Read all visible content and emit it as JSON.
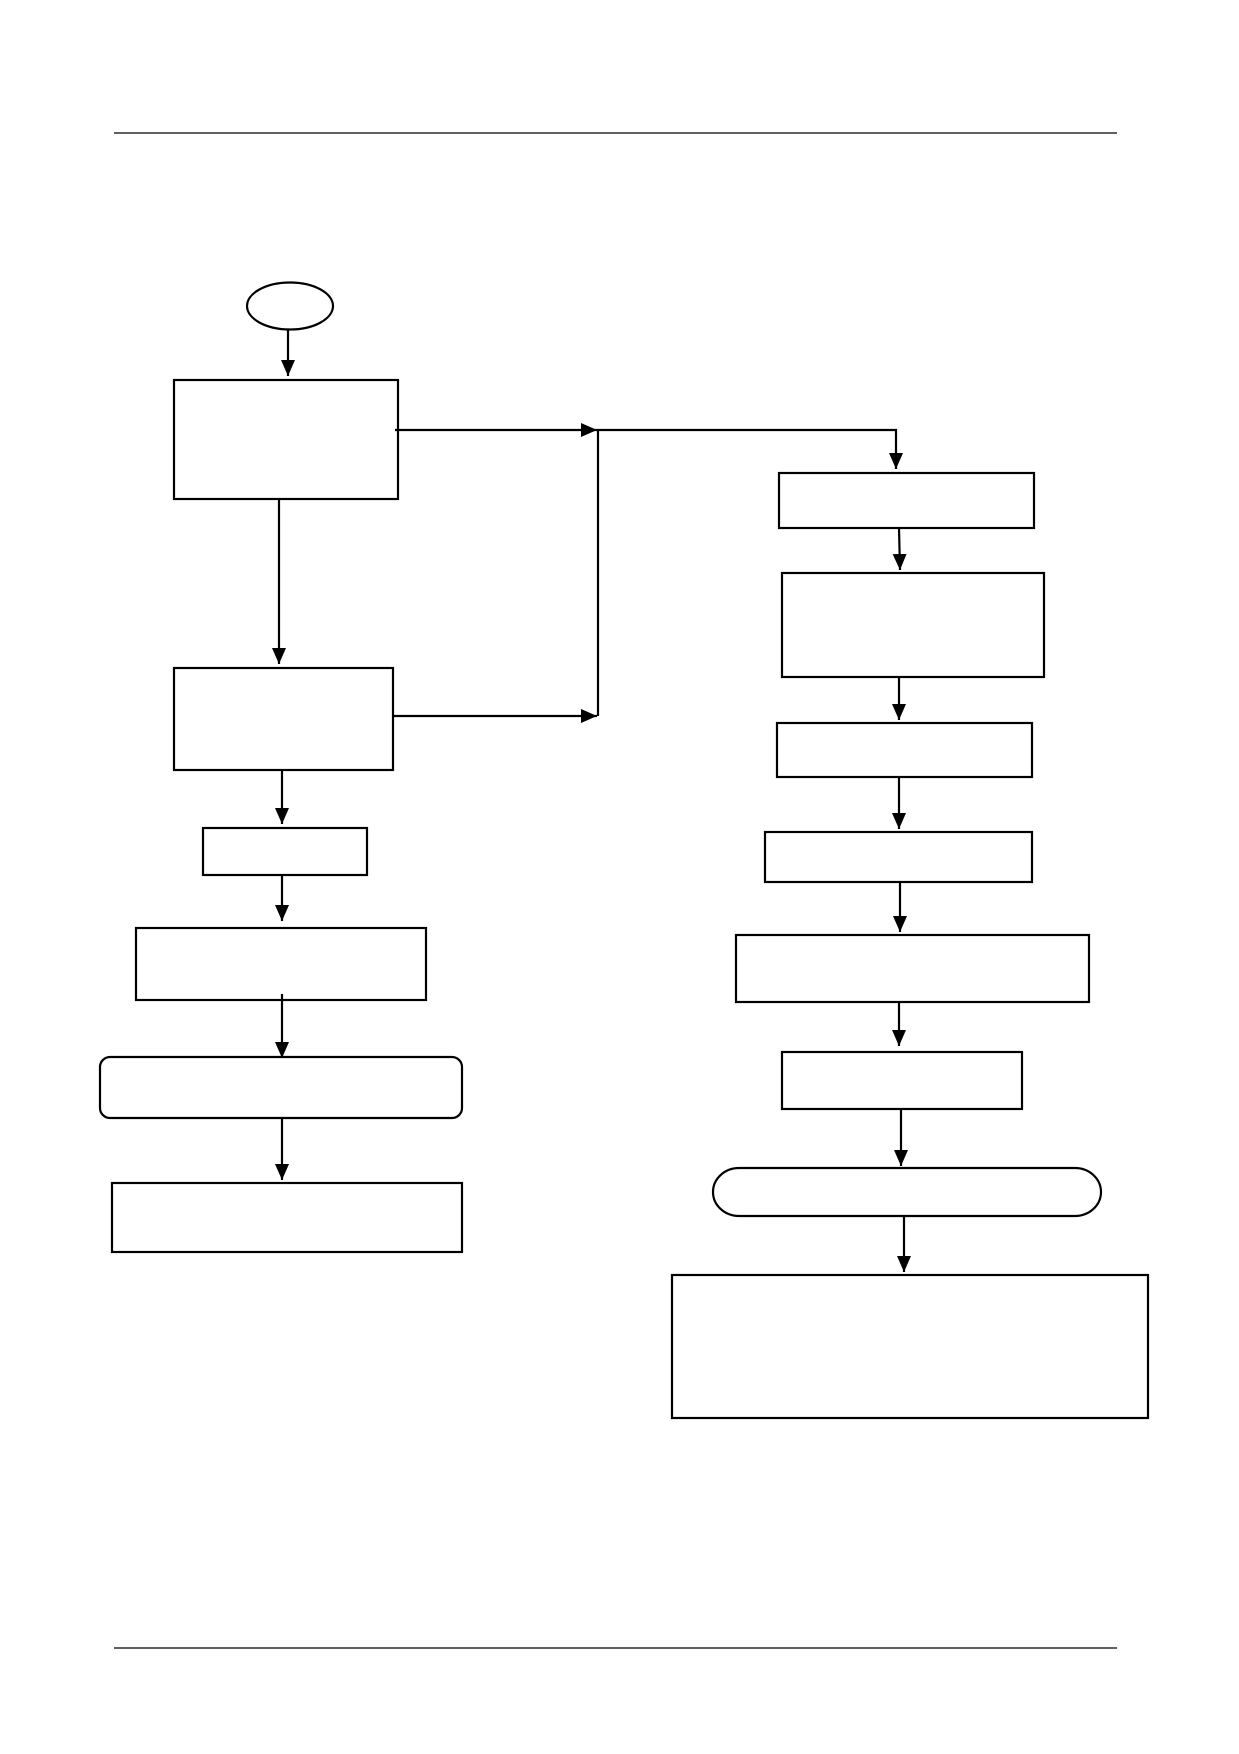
{
  "diagram": {
    "type": "flowchart",
    "colors": {
      "stroke": "#000000",
      "fill": "#ffffff",
      "background": "#ffffff"
    },
    "nodes": [
      {
        "id": "start",
        "shape": "ellipse",
        "label": ""
      },
      {
        "id": "left-1",
        "shape": "rectangle",
        "label": ""
      },
      {
        "id": "left-2",
        "shape": "rectangle",
        "label": ""
      },
      {
        "id": "left-3",
        "shape": "rectangle",
        "label": ""
      },
      {
        "id": "left-4",
        "shape": "rectangle",
        "label": ""
      },
      {
        "id": "left-5",
        "shape": "rounded-rectangle",
        "label": ""
      },
      {
        "id": "left-6",
        "shape": "rectangle",
        "label": ""
      },
      {
        "id": "right-1",
        "shape": "rectangle",
        "label": ""
      },
      {
        "id": "right-2",
        "shape": "rectangle",
        "label": ""
      },
      {
        "id": "right-3",
        "shape": "rectangle",
        "label": ""
      },
      {
        "id": "right-4",
        "shape": "rectangle",
        "label": ""
      },
      {
        "id": "right-5",
        "shape": "rectangle",
        "label": ""
      },
      {
        "id": "right-6",
        "shape": "rectangle",
        "label": ""
      },
      {
        "id": "right-7",
        "shape": "stadium",
        "label": ""
      },
      {
        "id": "right-8",
        "shape": "rectangle",
        "label": ""
      }
    ],
    "edges": [
      {
        "from": "start",
        "to": "left-1"
      },
      {
        "from": "left-1",
        "to": "left-2"
      },
      {
        "from": "left-1",
        "to": "right-1"
      },
      {
        "from": "left-2",
        "to": "right-1"
      },
      {
        "from": "left-2",
        "to": "left-3"
      },
      {
        "from": "left-3",
        "to": "left-4"
      },
      {
        "from": "left-4",
        "to": "left-5"
      },
      {
        "from": "left-5",
        "to": "left-6"
      },
      {
        "from": "right-1",
        "to": "right-2"
      },
      {
        "from": "right-2",
        "to": "right-3"
      },
      {
        "from": "right-3",
        "to": "right-4"
      },
      {
        "from": "right-4",
        "to": "right-5"
      },
      {
        "from": "right-5",
        "to": "right-6"
      },
      {
        "from": "right-6",
        "to": "right-7"
      },
      {
        "from": "right-7",
        "to": "right-8"
      }
    ]
  }
}
